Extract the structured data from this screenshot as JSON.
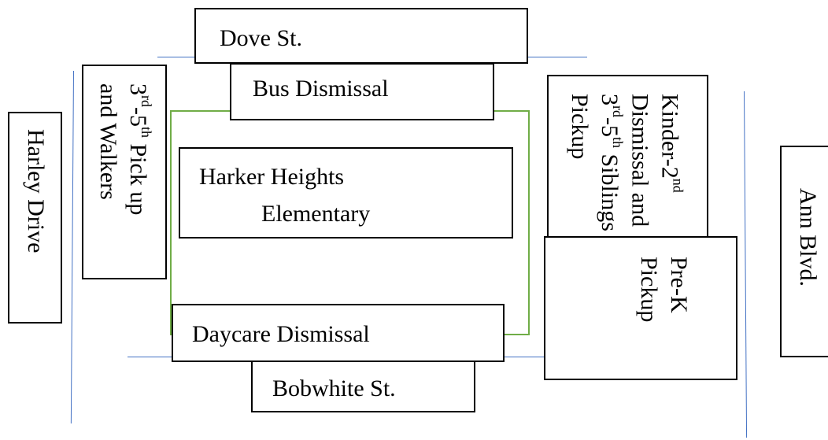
{
  "labels": {
    "dove_st": "Dove St.",
    "bus_dismissal": "Bus Dismissal",
    "school_line1": "Harker Heights",
    "school_line2": "Elementary",
    "daycare_dismissal": "Daycare Dismissal",
    "bobwhite_st": "Bobwhite St.",
    "harley_drive": "Harley Drive",
    "walkers_line1_pre": "3",
    "walkers_line1_sup": "rd",
    "walkers_line1_mid": "-5",
    "walkers_line1_sup2": "th",
    "walkers_line1_post": " Pick up",
    "walkers_line2": "and Walkers",
    "kinder_line1_pre": "Kinder-2",
    "kinder_line1_sup": "nd",
    "kinder_line2": "Dismissal and",
    "kinder_line3_pre": "3",
    "kinder_line3_sup": "rd",
    "kinder_line3_mid": "-5",
    "kinder_line3_sup2": "th",
    "kinder_line3_post": " Siblings",
    "kinder_line4": "Pickup",
    "prek_line1": "Pre-K",
    "prek_line2": "Pickup",
    "ann_blvd": "Ann Blvd."
  },
  "colors": {
    "road_lines": "#4472c4",
    "school_outline": "#70ad47",
    "box_border": "#000000"
  }
}
